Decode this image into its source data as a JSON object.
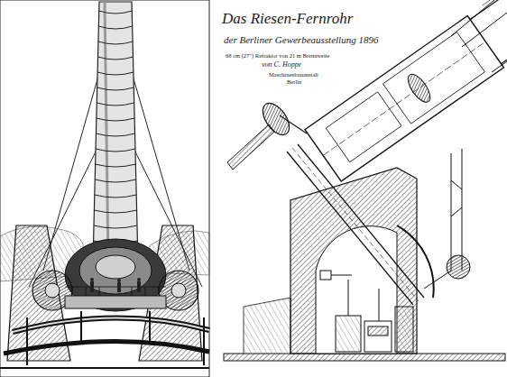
{
  "diagram": {
    "title": "Das Riesen-Fernrohr",
    "labels": [
      "der Berliner Gewerbeausstellung 1896",
      "68 cm (27\") Refraktor von 21 m Brennweite",
      "von C. Hoppe",
      "Maschinenbauanstalt",
      "Berlin"
    ]
  }
}
